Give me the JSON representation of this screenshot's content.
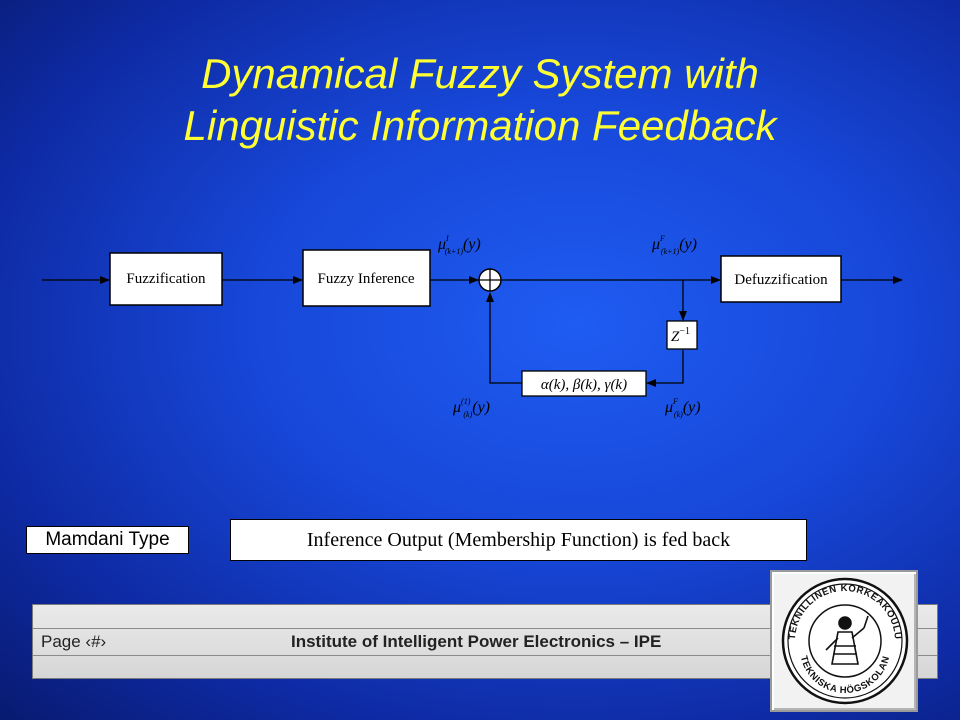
{
  "title": {
    "line1": "Dynamical Fuzzy System with",
    "line2": "Linguistic Information Feedback"
  },
  "diagram": {
    "blocks": {
      "fuzzification": "Fuzzification",
      "fuzzy_inference": "Fuzzy Inference",
      "defuzzification": "Defuzzification",
      "delay": "Z",
      "delay_exp": "−1",
      "feedback_gain": "α(k), β(k), γ(k)"
    },
    "signals": {
      "inference_out": {
        "sym": "μ",
        "sup": "I",
        "sub": "(k+1)",
        "arg": "(y)"
      },
      "combined_out": {
        "sym": "μ",
        "sup": "F",
        "sub": "(k+1)",
        "arg": "(y)"
      },
      "feedback_in": {
        "sym": "μ",
        "sup": "F",
        "sub": "(k)",
        "arg": "(y)"
      },
      "feedback_out": {
        "sym": "μ",
        "sup": "(1)",
        "sub": "(k)",
        "arg": "(y)"
      }
    }
  },
  "tags": {
    "type": "Mamdani Type",
    "note": "Inference Output (Membership Function) is fed back"
  },
  "footer": {
    "page": "Page  ‹#›",
    "institute": "Institute of Intelligent Power Electronics – IPE"
  },
  "seal": {
    "outer_text": "TEKNILLINEN KORKEAKOULU",
    "inner_text": "TEKNISKA HÖGSKOLAN"
  }
}
